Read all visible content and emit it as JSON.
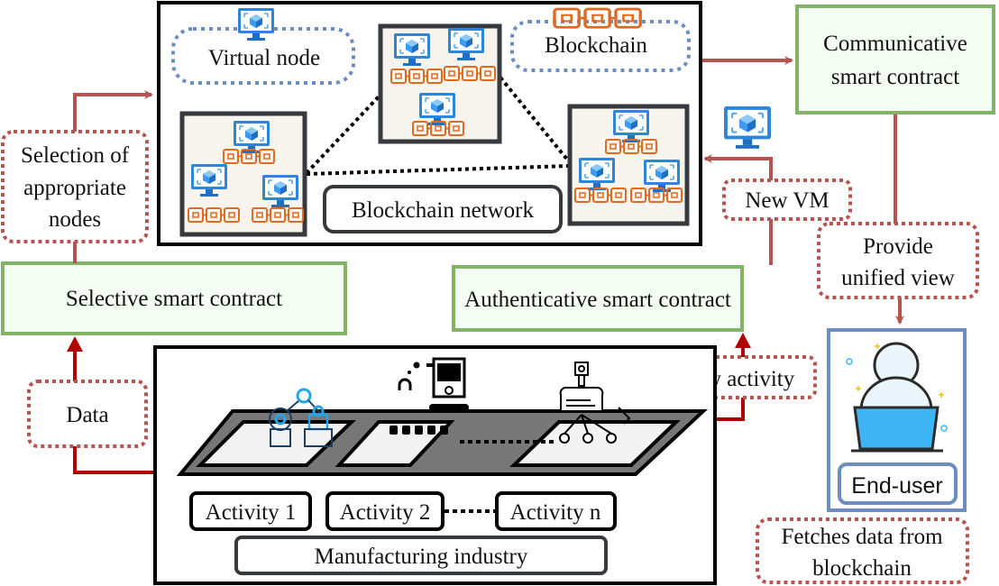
{
  "colors": {
    "arrow": "#b85450",
    "arrow_dark": "#b00000",
    "green_border": "#82b366",
    "green_fill": "#f4fdf1",
    "blue_dotted": "#6c8ebf",
    "node_fill": "#f7f4ee",
    "node_border": "#36393d",
    "chain": "#e06a1f",
    "monitor": "#2f86d8",
    "laptop": "#3fb5f5"
  },
  "top_panel": {
    "virtual_node_label": "Virtual node",
    "blockchain_label": "Blockchain",
    "network_label": "Blockchain network"
  },
  "contracts": {
    "communicative_line1": "Communicative",
    "communicative_line2": "smart contract",
    "selective": "Selective smart contract",
    "authenticative": "Authenticative smart contract"
  },
  "annotations": {
    "selection_line1": "Selection of",
    "selection_line2": "appropriate",
    "selection_line3": "nodes",
    "data": "Data",
    "new_vm": "New VM",
    "new_activity": "New activity",
    "provide_line1": "Provide",
    "provide_line2": "unified view",
    "fetches_line1": "Fetches data from",
    "fetches_line2": "blockchain"
  },
  "manufacturing": {
    "activities": [
      "Activity 1",
      "Activity 2",
      "Activity n"
    ],
    "industry_label": "Manufacturing industry"
  },
  "end_user": {
    "label": "End-user"
  }
}
